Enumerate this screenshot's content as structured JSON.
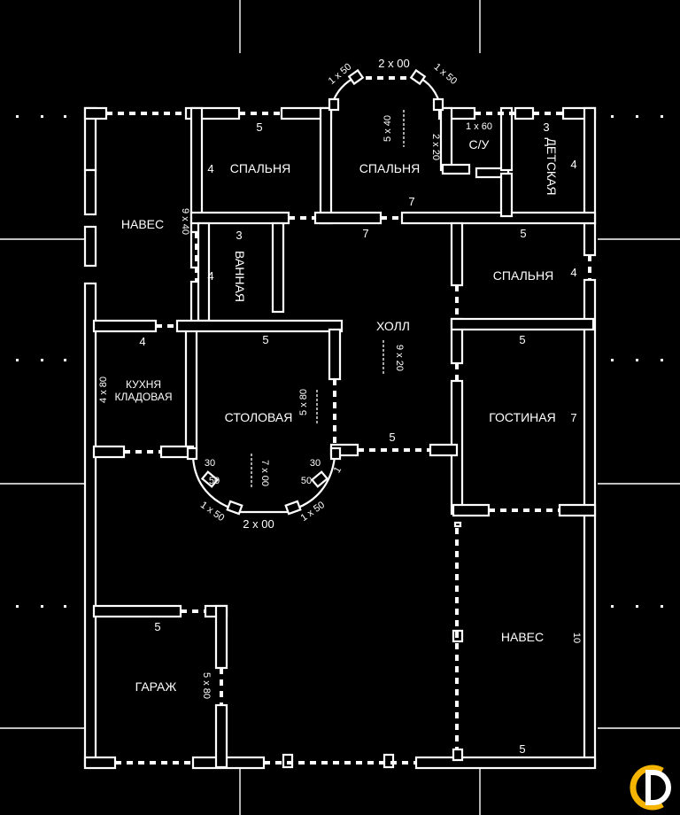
{
  "rooms": {
    "naves_left": "НАВЕС",
    "bedroom_1": "СПАЛЬНЯ",
    "bedroom_2": "СПАЛЬНЯ",
    "bedroom_3": "СПАЛЬНЯ",
    "bath": "С/У",
    "kids": "ДЕТСКАЯ",
    "bathroom": "ВАННАЯ",
    "hall": "ХОЛЛ",
    "kitchen_1": "КУХНЯ",
    "kitchen_2": "КЛАДОВАЯ",
    "dining": "СТОЛОВАЯ",
    "living": "ГОСТИНАЯ",
    "naves_right": "НАВЕС",
    "garage": "ГАРАЖ"
  },
  "dimensions": {
    "bedroom1_top": "5",
    "bedroom1_side": "4",
    "naves_side": "9 x 40",
    "bay_left": "1 x 50",
    "bay_top": "2 x 00",
    "bay_right": "1 x 50",
    "bedroom2_door": "5 x 40",
    "bedroom2_win": "2 x 20",
    "bath_size": "1 x 60",
    "kids_top": "3",
    "kids_side": "4",
    "seven_top": "7",
    "seven_bottom": "7",
    "bathroom_top": "3",
    "bathroom_side": "4",
    "bedroom3_top": "5",
    "bedroom3_side": "4",
    "kitchen_top": "4",
    "dining_top": "5",
    "living_top": "5",
    "hall_door": "9 x 20",
    "kitchen_side": "4 x 80",
    "dining_side": "5 x 80",
    "living_side": "7",
    "hall_bottom": "5",
    "dining_c30_l": "30",
    "dining_c30_r": "30",
    "dining_c50_l": "50",
    "dining_c50_r": "50",
    "dining_door": "7 x 00",
    "one": "1",
    "dining_bay_left": "1 x 50",
    "dining_bay_bottom": "2 x 00",
    "dining_bay_right": "1 x 50",
    "garage_top": "5",
    "garage_side": "5 x 80",
    "naves_right_side": "10",
    "naves_right_bottom": "5"
  },
  "logo": {
    "accent": "#f5b400"
  }
}
